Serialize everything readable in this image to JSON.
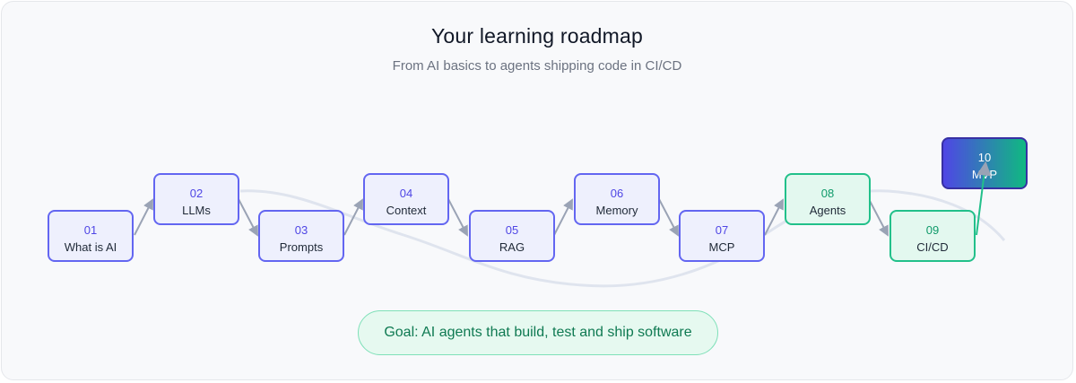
{
  "header": {
    "title": "Your learning roadmap",
    "subtitle": "From AI basics to agents shipping code in CI/CD"
  },
  "steps": [
    {
      "number": "01",
      "label": "What is AI",
      "style": "blue"
    },
    {
      "number": "02",
      "label": "LLMs",
      "style": "blue"
    },
    {
      "number": "03",
      "label": "Prompts",
      "style": "blue"
    },
    {
      "number": "04",
      "label": "Context",
      "style": "blue"
    },
    {
      "number": "05",
      "label": "RAG",
      "style": "blue"
    },
    {
      "number": "06",
      "label": "Memory",
      "style": "blue"
    },
    {
      "number": "07",
      "label": "MCP",
      "style": "blue"
    },
    {
      "number": "08",
      "label": "Agents",
      "style": "green"
    },
    {
      "number": "09",
      "label": "CI/CD",
      "style": "green"
    },
    {
      "number": "10",
      "label": "MVP",
      "style": "final"
    }
  ],
  "goal": {
    "text": "Goal: AI agents that build, test and ship software"
  },
  "colors": {
    "background": "#f8f9fb",
    "blue_border": "#6366f1",
    "blue_fill": "#eef0fd",
    "green_border": "#22c08a",
    "green_fill": "#e3f8ef",
    "connector": "#9aa3b5",
    "connector_green": "#22c08a",
    "path_curve": "#dfe4ee"
  }
}
